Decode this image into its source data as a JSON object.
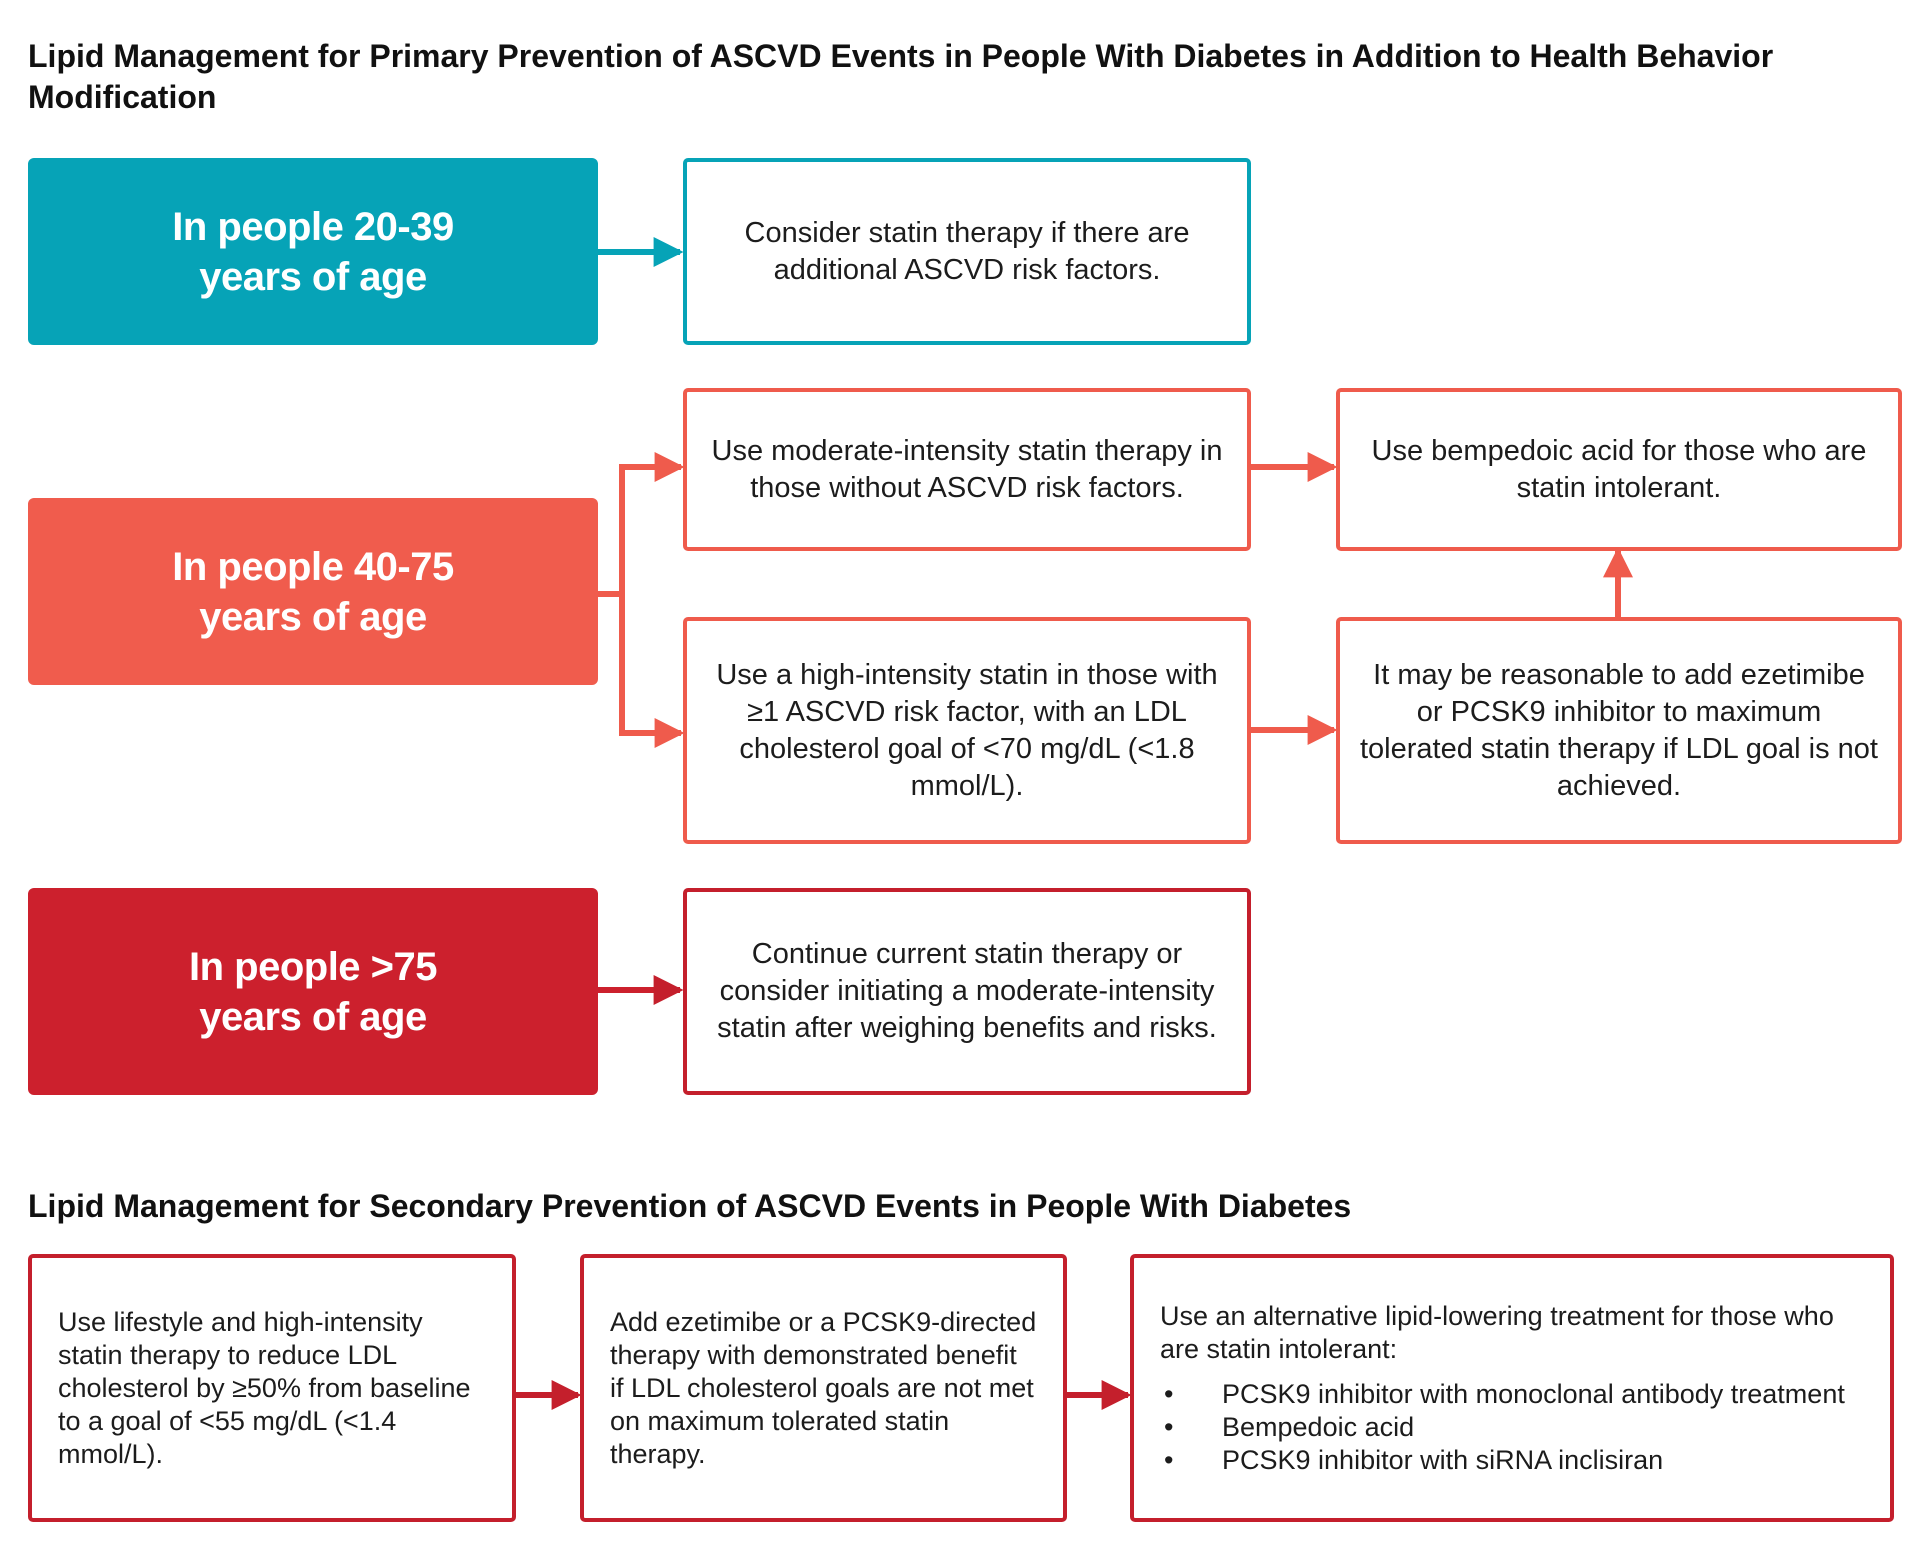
{
  "primary": {
    "title": "Lipid Management for Primary Prevention of ASCVD Events in People With Diabetes in Addition to Health Behavior Modification",
    "groups": [
      {
        "age_line1": "In people 20-39",
        "age_line2": "years of age",
        "color": "#06A3B7",
        "steps": [
          "Consider statin therapy if there are additional ASCVD risk factors."
        ]
      },
      {
        "age_line1": "In people 40-75",
        "age_line2": "years of age",
        "color": "#F05C4D",
        "steps": [
          "Use moderate-intensity statin therapy in those without ASCVD risk factors.",
          "Use a high-intensity statin in those with ≥1 ASCVD risk factor, with an LDL cholesterol goal of <70 mg/dL (<1.8 mmol/L).",
          "Use bempedoic acid for those who are statin intolerant.",
          "It may be reasonable to add ezetimibe or PCSK9 inhibitor to maximum tolerated statin therapy if LDL goal is not achieved."
        ]
      },
      {
        "age_line1": "In people >75",
        "age_line2": "years of age",
        "color": "#CC202D",
        "steps": [
          "Continue current statin therapy or consider initiating a moderate-intensity statin after weighing benefits and risks."
        ]
      }
    ]
  },
  "secondary": {
    "title": "Lipid Management for Secondary Prevention of ASCVD Events in People With Diabetes",
    "color": "#C41F2C",
    "steps": [
      "Use lifestyle and high-intensity statin therapy to reduce LDL cholesterol by ≥50% from baseline to a goal of <55 mg/dL (<1.4 mmol/L).",
      "Add ezetimibe or a PCSK9-directed therapy with demonstrated benefit if LDL cholesterol goals are not met on maximum tolerated statin therapy."
    ],
    "alternatives": {
      "intro": "Use an alternative lipid-lowering treatment for those who are statin intolerant:",
      "bullet": "•",
      "items": [
        "PCSK9 inhibitor with monoclonal antibody treatment",
        "Bempedoic acid",
        "PCSK9 inhibitor with siRNA inclisiran"
      ]
    }
  }
}
